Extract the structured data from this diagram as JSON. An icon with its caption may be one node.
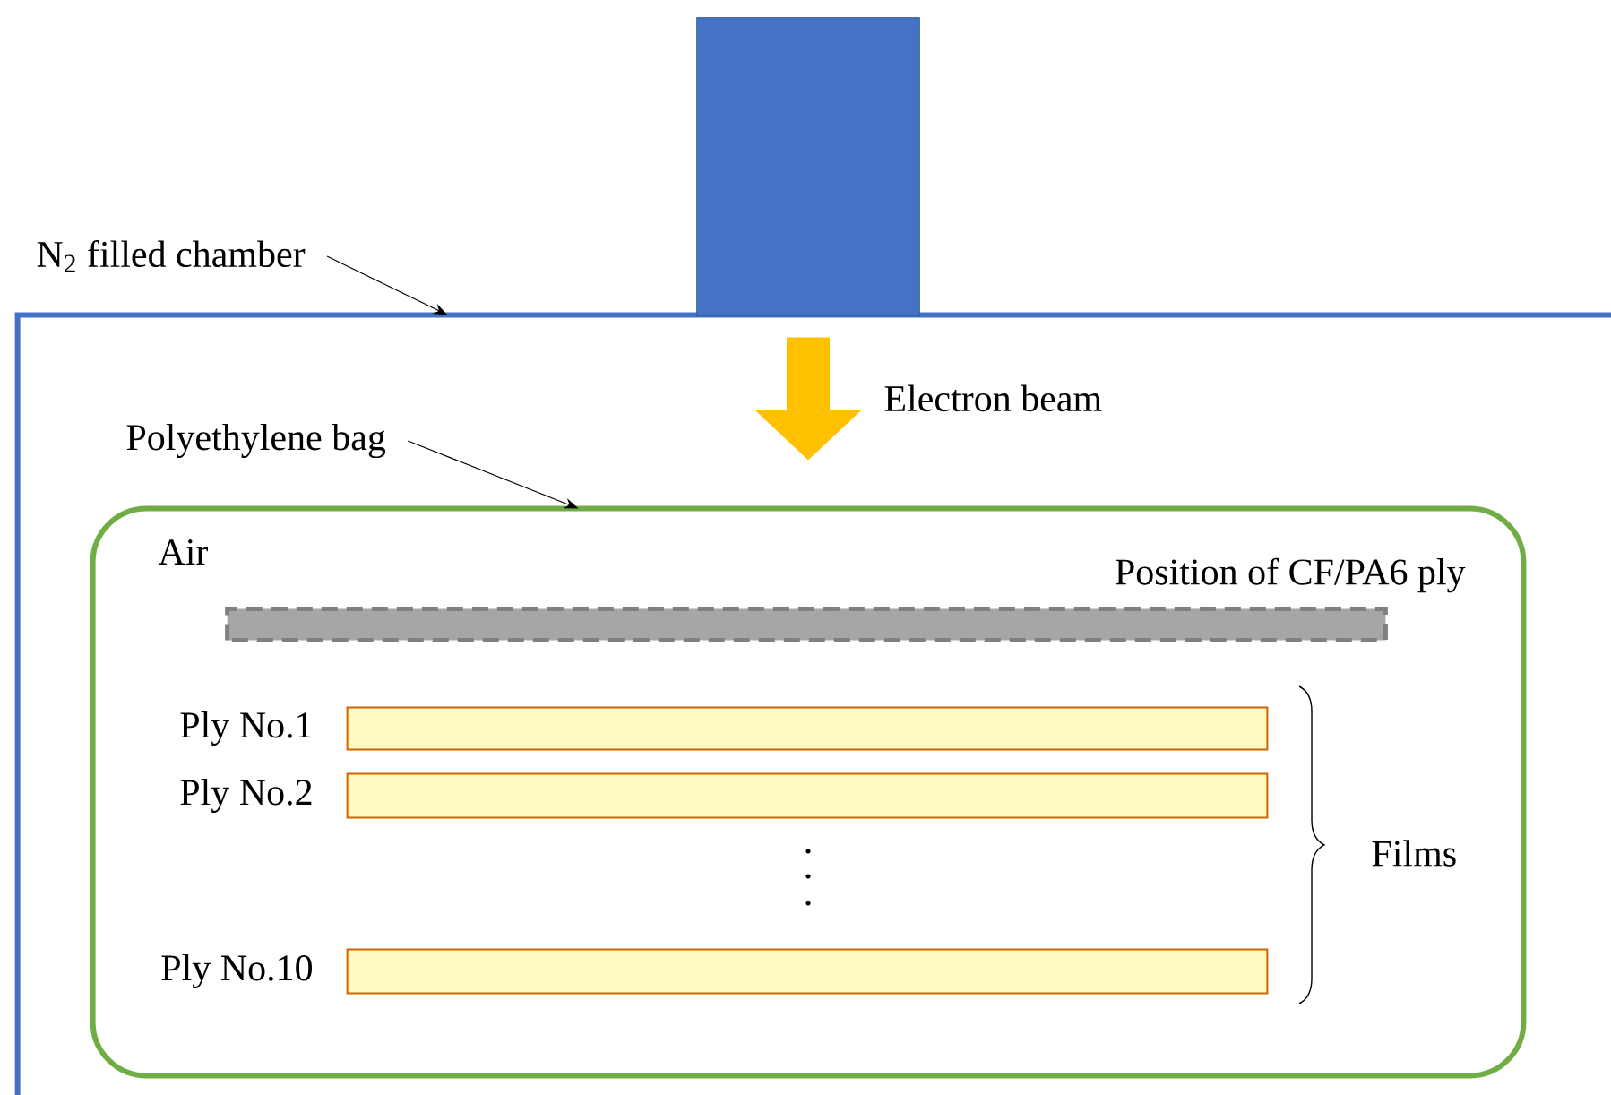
{
  "diagram": {
    "nodes": [
      {
        "text": [
          "N$_{2}$ filled chamber"
        ]
      },
      {
        "text": [],
        "shape": "box"
      },
      {
        "text": [],
        "shape": "box"
      },
      {
        "text": [
          "Polyethylene bag"
        ],
        "in": 1
      },
      {
        "text": [
          "Air"
        ],
        "in": 1
      },
      {
        "text": [
          "Position of CF/PA6 ply"
        ],
        "in": 4
      },
      {
        "text": [],
        "shape": "bar",
        "beside": [
          "Ply No.1"
        ],
        "in": 4
      },
      {
        "text": [],
        "shape": "bar",
        "beside": [
          "Ply No.2"
        ],
        "in": 4
      },
      {
        "text": [],
        "shape": "bar",
        "beside": [
          "Ply No.10"
        ],
        "in": 4
      }
    ],
    "edges": [
      {
        "from": 0,
        "to": 1,
        "arrow": "to"
      },
      {
        "from": 2,
        "to": 4,
        "arrow": "to",
        "label": "Electron beam",
        "style": "thick",
        "color": "#ffc000"
      },
      {
        "from": 3,
        "to": 4,
        "arrow": "to"
      }
    ],
    "labels": [
      "Films"
    ]
  }
}
